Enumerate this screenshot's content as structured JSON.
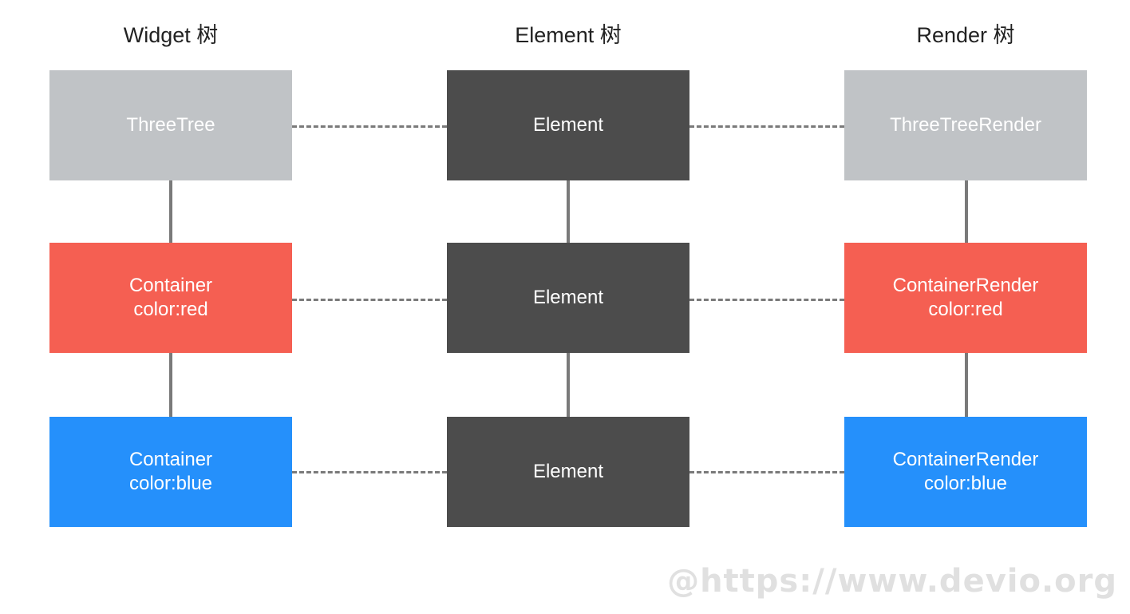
{
  "columns": {
    "widget": {
      "title": "Widget 树"
    },
    "element": {
      "title": "Element 树"
    },
    "render": {
      "title": "Render 树"
    }
  },
  "nodes": {
    "widget": [
      {
        "lines": [
          "ThreeTree"
        ],
        "color": "#c0c3c6"
      },
      {
        "lines": [
          "Container",
          "color:red"
        ],
        "color": "#f55f52"
      },
      {
        "lines": [
          "Container",
          "color:blue"
        ],
        "color": "#2590fb"
      }
    ],
    "element": [
      {
        "lines": [
          "Element"
        ],
        "color": "#4c4c4c"
      },
      {
        "lines": [
          "Element"
        ],
        "color": "#4c4c4c"
      },
      {
        "lines": [
          "Element"
        ],
        "color": "#4c4c4c"
      }
    ],
    "render": [
      {
        "lines": [
          "ThreeTreeRender"
        ],
        "color": "#c0c3c6"
      },
      {
        "lines": [
          "ContainerRender",
          "color:red"
        ],
        "color": "#f55f52"
      },
      {
        "lines": [
          "ContainerRender",
          "color:blue"
        ],
        "color": "#2590fb"
      }
    ]
  },
  "edges": {
    "tree": "solid-gray",
    "cross": "dashed-gray"
  },
  "watermark": "@https://www.devio.org"
}
